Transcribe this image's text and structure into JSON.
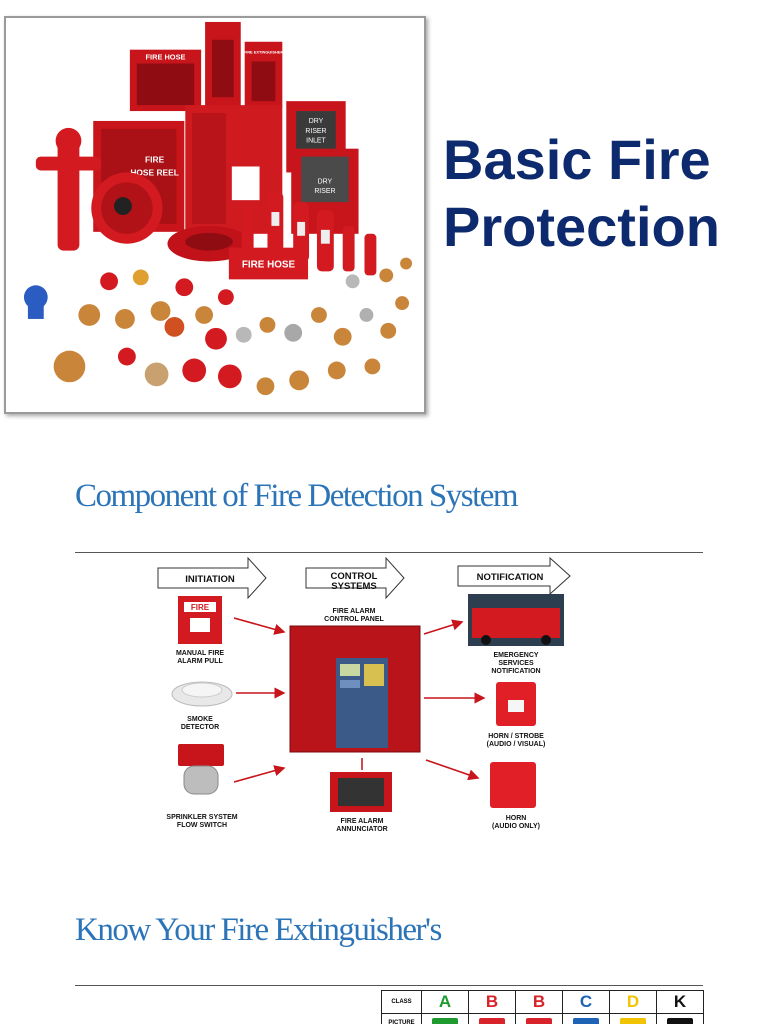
{
  "page": {
    "title": "Basic Fire Protection"
  },
  "hero_image": {
    "labels": {
      "fire_hose_cabinet": "FIRE HOSE",
      "extinguisher_cabinet": "FIRE EXTINGUISHER",
      "dry_riser_cabinet": [
        "DRY",
        "RISER",
        "INLET"
      ],
      "hose_reel": [
        "FIRE",
        "HOSE REEL"
      ],
      "dry_riser_box": [
        "DRY",
        "RISER"
      ],
      "hose_banner": "FIRE HOSE"
    }
  },
  "sections": [
    {
      "heading": "Component of Fire Detection System"
    },
    {
      "heading": "Know Your Fire Extinguisher's"
    }
  ],
  "diagram": {
    "columns": {
      "initiation": "INITIATION",
      "control": [
        "CONTROL",
        "SYSTEMS"
      ],
      "notification": "NOTIFICATION"
    },
    "items": {
      "manual_pull": [
        "MANUAL FIRE",
        "ALARM PULL"
      ],
      "manual_pull_sign": "FIRE",
      "smoke_detector": [
        "SMOKE",
        "DETECTOR"
      ],
      "flow_switch": [
        "SPRINKLER SYSTEM",
        "FLOW SWITCH"
      ],
      "control_panel": [
        "FIRE ALARM",
        "CONTROL PANEL"
      ],
      "annunciator": [
        "FIRE ALARM",
        "ANNUNCIATOR"
      ],
      "emergency": [
        "EMERGENCY",
        "SERVICES",
        "NOTIFICATION"
      ],
      "horn_strobe": [
        "HORN / STROBE",
        "(AUDIO / VISUAL)"
      ],
      "horn": [
        "HORN",
        "(AUDIO ONLY)"
      ]
    }
  },
  "extinguisher_table": {
    "row_labels": [
      "CLASS",
      "PICTURE"
    ],
    "classes": [
      {
        "letter": "A",
        "color": "#1e9a2e"
      },
      {
        "letter": "B",
        "color": "#d8232a"
      },
      {
        "letter": "B",
        "color": "#d8232a"
      },
      {
        "letter": "C",
        "color": "#1e63b6"
      },
      {
        "letter": "D",
        "color": "#f2c300"
      },
      {
        "letter": "K",
        "color": "#111111"
      }
    ]
  }
}
